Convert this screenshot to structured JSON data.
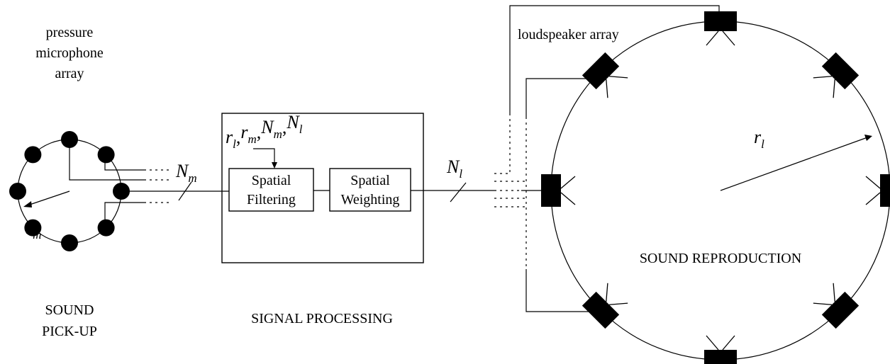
{
  "labels": {
    "mic_array_line1": "pressure",
    "mic_array_line2": "microphone",
    "mic_array_line3": "array",
    "pickup_line1": "SOUND",
    "pickup_line2": "PICK-UP",
    "signal_processing": "SIGNAL PROCESSING",
    "loudspeaker_array": "loudspeaker array",
    "sound_reproduction": "SOUND REPRODUCTION"
  },
  "symbols": {
    "r_m": {
      "base": "r",
      "sub": "m"
    },
    "N_m": {
      "base": "N",
      "sub": "m"
    },
    "N_l": {
      "base": "N",
      "sub": "l"
    },
    "r_l": {
      "base": "r",
      "sub": "l"
    },
    "params": [
      {
        "base": "r",
        "sub": "l"
      },
      {
        "base": "r",
        "sub": "m"
      },
      {
        "base": "N",
        "sub": "m"
      },
      {
        "base": "N",
        "sub": "l"
      }
    ],
    "param_separator": ","
  },
  "blocks": {
    "spatial_filtering": {
      "line1": "Spatial",
      "line2": "Filtering"
    },
    "spatial_weighting": {
      "line1": "Spatial",
      "line2": "Weighting"
    }
  }
}
